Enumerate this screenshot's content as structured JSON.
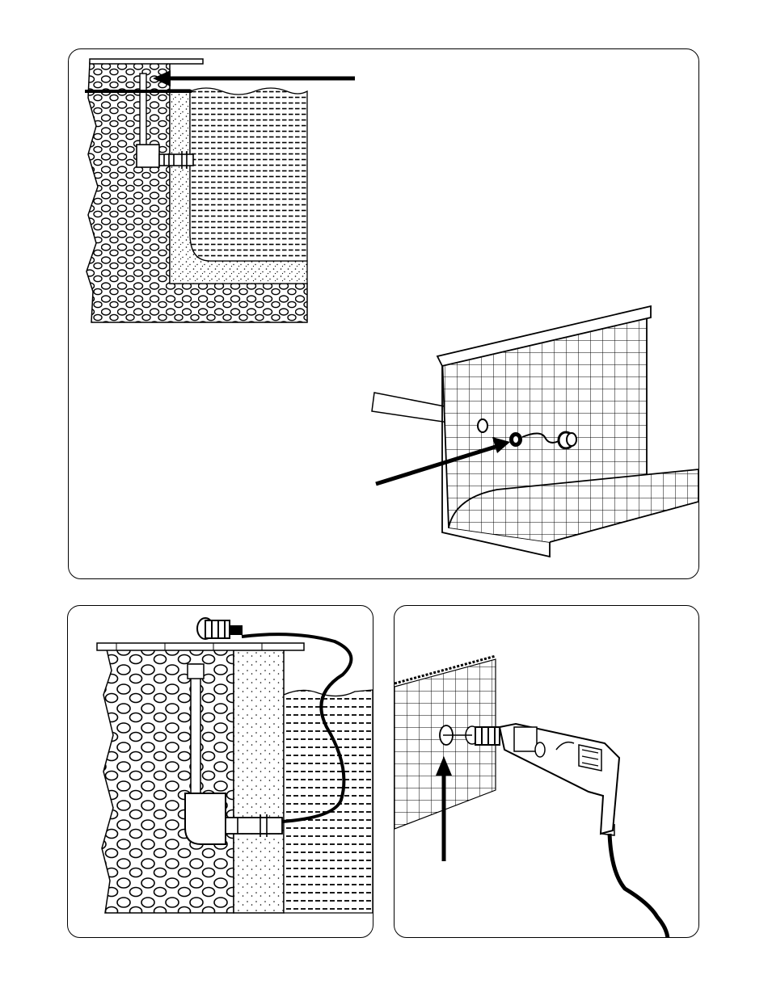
{
  "document": {
    "kind": "installation-instruction-illustration",
    "panels": [
      {
        "id": "top",
        "depicts": "pool-wall-cross-section-and-skimmer-inlet-detail",
        "icons": [
          "rock-backfill-icon",
          "concrete-collar-icon",
          "pool-liner-grid-icon",
          "pointer-arrow-icon",
          "wall-panel-icon",
          "inlet-fitting-icon"
        ]
      },
      {
        "id": "bottom-left",
        "depicts": "return-line-through-wall-section",
        "icons": [
          "rock-backfill-icon",
          "pipe-elbow-icon",
          "hose-icon",
          "inlet-fitting-icon"
        ]
      },
      {
        "id": "bottom-right",
        "depicts": "drilling-liner-opening",
        "icons": [
          "drill-icon",
          "hole-saw-icon",
          "pointer-arrow-icon",
          "pool-liner-grid-icon"
        ]
      }
    ]
  },
  "colors": {
    "ink": "#000000",
    "paper": "#ffffff"
  }
}
